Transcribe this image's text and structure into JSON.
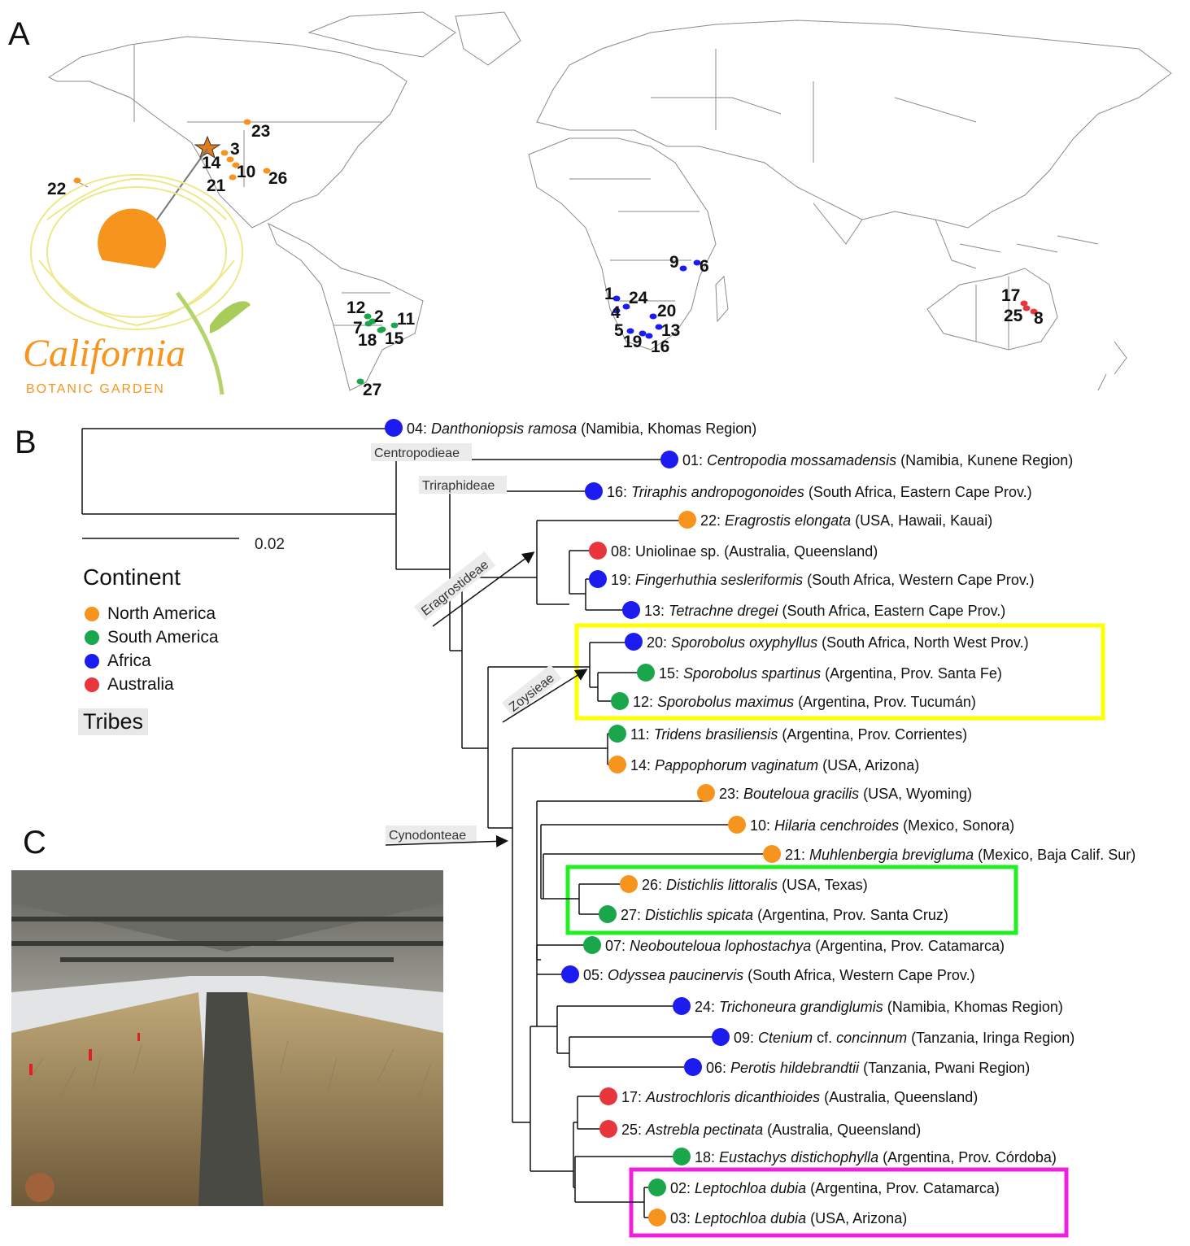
{
  "panels": {
    "a": "A",
    "b": "B",
    "c": "C"
  },
  "colors": {
    "North America": "#f7941d",
    "South America": "#1aa64a",
    "Africa": "#1c1cf0",
    "Australia": "#e8363c"
  },
  "map": {
    "labels": [
      {
        "id": "23",
        "continent": "North America"
      },
      {
        "id": "3",
        "continent": "North America"
      },
      {
        "id": "14",
        "continent": "North America"
      },
      {
        "id": "10",
        "continent": "North America"
      },
      {
        "id": "26",
        "continent": "North America"
      },
      {
        "id": "21",
        "continent": "North America"
      },
      {
        "id": "22",
        "continent": "North America"
      },
      {
        "id": "12",
        "continent": "South America"
      },
      {
        "id": "2",
        "continent": "South America"
      },
      {
        "id": "11",
        "continent": "South America"
      },
      {
        "id": "7",
        "continent": "South America"
      },
      {
        "id": "18",
        "continent": "South America"
      },
      {
        "id": "15",
        "continent": "South America"
      },
      {
        "id": "27",
        "continent": "South America"
      },
      {
        "id": "9",
        "continent": "Africa"
      },
      {
        "id": "6",
        "continent": "Africa"
      },
      {
        "id": "1",
        "continent": "Africa"
      },
      {
        "id": "24",
        "continent": "Africa"
      },
      {
        "id": "4",
        "continent": "Africa"
      },
      {
        "id": "20",
        "continent": "Africa"
      },
      {
        "id": "5",
        "continent": "Africa"
      },
      {
        "id": "13",
        "continent": "Africa"
      },
      {
        "id": "19",
        "continent": "Africa"
      },
      {
        "id": "16",
        "continent": "Africa"
      },
      {
        "id": "17",
        "continent": "Australia"
      },
      {
        "id": "25",
        "continent": "Australia"
      },
      {
        "id": "8",
        "continent": "Australia"
      }
    ]
  },
  "logo": {
    "script": "California",
    "subtitle": "BOTANIC GARDEN"
  },
  "scale_bar": "0.02",
  "legend": {
    "title": "Continent",
    "items": [
      "North America",
      "South America",
      "Africa",
      "Australia"
    ],
    "tribes": "Tribes"
  },
  "tribe_labels": [
    "Centropodieae",
    "Triraphideae",
    "Eragrostideae",
    "Zoysieae",
    "Cynodonteae"
  ],
  "taxa": [
    {
      "num": "04",
      "genus": "Danthoniopsis ramosa",
      "locality": "(Namibia, Khomas Region)",
      "continent": "Africa"
    },
    {
      "num": "01",
      "genus": "Centropodia mossamadensis",
      "locality": "(Namibia, Kunene Region)",
      "continent": "Africa"
    },
    {
      "num": "16",
      "genus": "Triraphis andropogonoides",
      "locality": "(South Africa, Eastern Cape Prov.)",
      "continent": "Africa"
    },
    {
      "num": "22",
      "genus": "Eragrostis elongata",
      "locality": " (USA, Hawaii, Kauai)",
      "continent": "North America"
    },
    {
      "num": "08",
      "genus": "",
      "plain": "Uniolinae sp.",
      "locality": "(Australia, Queensland)",
      "continent": "Australia"
    },
    {
      "num": "19",
      "genus": "Fingerhuthia sesleriformis",
      "locality": "(South Africa, Western Cape Prov.)",
      "continent": "Africa"
    },
    {
      "num": "13",
      "genus": "Tetrachne dregei",
      "locality": "(South Africa, Eastern Cape Prov.)",
      "continent": "Africa"
    },
    {
      "num": "20",
      "genus": "Sporobolus oxyphyllus",
      "locality": "(South Africa, North West Prov.)",
      "continent": "Africa"
    },
    {
      "num": "15",
      "genus": "Sporobolus spartinus",
      "locality": " (Argentina, Prov. Santa Fe)",
      "continent": "South America"
    },
    {
      "num": "12",
      "genus": "Sporobolus maximus",
      "locality": "(Argentina, Prov. Tucumán)",
      "continent": "South America"
    },
    {
      "num": "11",
      "genus": "Tridens brasiliensis",
      "locality": "(Argentina, Prov. Corrientes)",
      "continent": "South America"
    },
    {
      "num": "14",
      "genus": "Pappophorum vaginatum",
      "locality": "(USA, Arizona)",
      "continent": "North America"
    },
    {
      "num": "23",
      "genus": "Bouteloua gracilis",
      "locality": "(USA, Wyoming)",
      "continent": "North America"
    },
    {
      "num": "10",
      "genus": "Hilaria cenchroides",
      "locality": "(Mexico, Sonora)",
      "continent": "North America"
    },
    {
      "num": "21",
      "genus": "Muhlenbergia brevigluma",
      "locality": "(Mexico, Baja Calif. Sur)",
      "continent": "North America"
    },
    {
      "num": "26",
      "genus": "Distichlis littoralis",
      "locality": "(USA, Texas)",
      "continent": "North America"
    },
    {
      "num": "27",
      "genus": "Distichlis spicata",
      "locality": "(Argentina, Prov. Santa Cruz)",
      "continent": "South America"
    },
    {
      "num": "07",
      "genus": "Neobouteloua lophostachya",
      "locality": "(Argentina, Prov. Catamarca)",
      "continent": "South America"
    },
    {
      "num": "05",
      "genus": "Odyssea paucinervis",
      "locality": "(South Africa, Western Cape Prov.)",
      "continent": "Africa"
    },
    {
      "num": "24",
      "genus": "Trichoneura grandiglumis",
      "locality": "(Namibia, Khomas Region)",
      "continent": "Africa"
    },
    {
      "num": "09",
      "genus": "Ctenium",
      "plain_after": " cf. ",
      "genus2": "concinnum",
      "locality": "(Tanzania, Iringa Region)",
      "continent": "Africa"
    },
    {
      "num": "06",
      "genus": "Perotis hildebrandtii",
      "locality": "(Tanzania, Pwani Region)",
      "continent": "Africa"
    },
    {
      "num": "17",
      "genus": "Austrochloris dicanthioides",
      "locality": "(Australia, Queensland)",
      "continent": "Australia"
    },
    {
      "num": "25",
      "genus": "Astrebla pectinata",
      "locality": "(Australia, Queensland)",
      "continent": "Australia"
    },
    {
      "num": "18",
      "genus": "Eustachys distichophylla",
      "locality": "(Argentina, Prov. Córdoba)",
      "continent": "South America"
    },
    {
      "num": "02",
      "genus": "Leptochloa dubia",
      "locality": "(Argentina, Prov. Catamarca)",
      "continent": "South America"
    },
    {
      "num": "03",
      "genus": "Leptochloa dubia",
      "locality": "(USA, Arizona)",
      "continent": "North America"
    }
  ]
}
